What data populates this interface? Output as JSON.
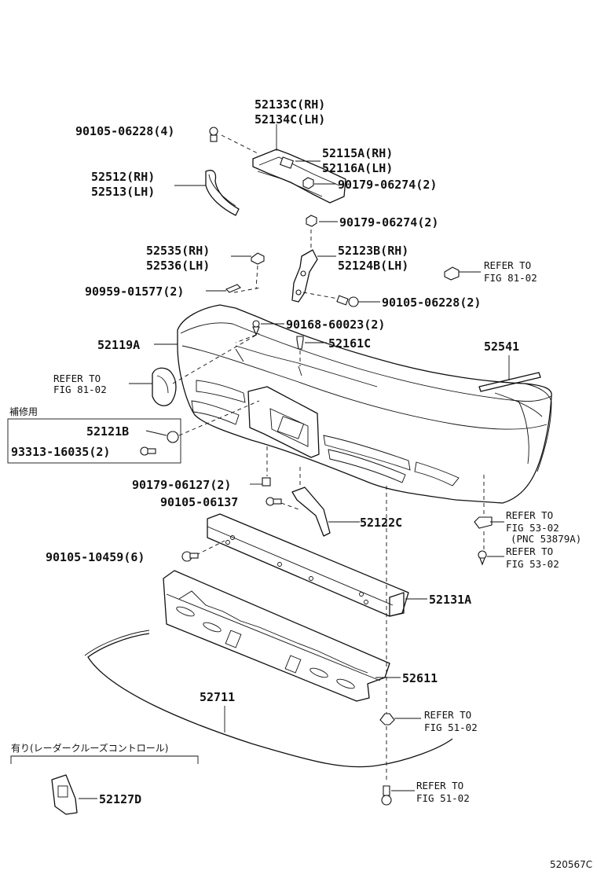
{
  "diagram_id": "520567C",
  "parts": {
    "p52133C": "52133C(RH)",
    "p52134C": "52134C(LH)",
    "p90105_06228_4": "90105-06228(4)",
    "p52115A": "52115A(RH)",
    "p52116A": "52116A(LH)",
    "p52512": "52512(RH)",
    "p52513": "52513(LH)",
    "p90179_06274_a": "90179-06274(2)",
    "p90179_06274_b": "90179-06274(2)",
    "p52535": "52535(RH)",
    "p52536": "52536(LH)",
    "p52123B": "52123B(RH)",
    "p52124B": "52124B(LH)",
    "p90959_01577": "90959-01577(2)",
    "p90105_06228_2": "90105-06228(2)",
    "p90168_60023": "90168-60023(2)",
    "p52119A": "52119A",
    "p52161C": "52161C",
    "p52541": "52541",
    "p52121B": "52121B",
    "p93313_16035": "93313-16035(2)",
    "p90179_06127": "90179-06127(2)",
    "p90105_06137": "90105-06137",
    "p52122C": "52122C",
    "p90105_10459": "90105-10459(6)",
    "p52131A": "52131A",
    "p52611": "52611",
    "p52711": "52711",
    "p52127D": "52127D"
  },
  "refs": {
    "r1": {
      "line1": "REFER TO",
      "line2": "FIG 81-02"
    },
    "r2": {
      "line1": "REFER TO",
      "line2": "FIG  81-02"
    },
    "r3": {
      "line1": "REFER TO",
      "line2": "FIG 53-02",
      "line3": "(PNC 53879A)"
    },
    "r4": {
      "line1": "REFER TO",
      "line2": "FIG 53-02"
    },
    "r5": {
      "line1": "REFER TO",
      "line2": "FIG 51-02"
    },
    "r6": {
      "line1": "REFER TO",
      "line2": "FIG 51-02"
    }
  },
  "notes": {
    "repair": "補修用",
    "radar": "有り(レーダークルーズコントロール)"
  }
}
